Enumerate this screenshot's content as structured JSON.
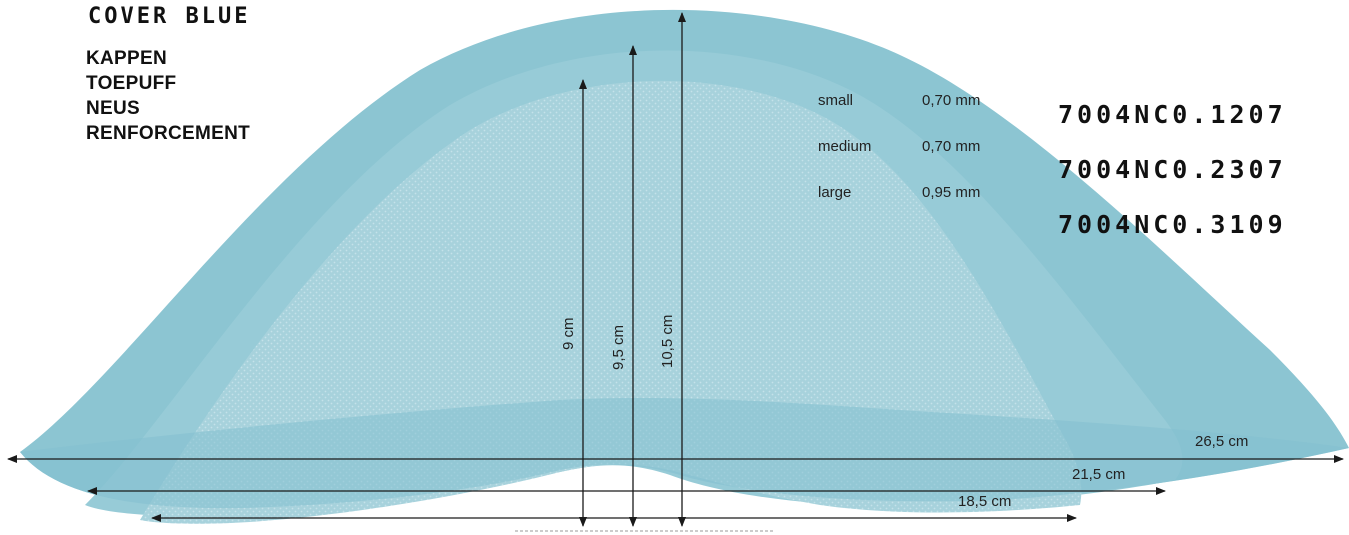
{
  "title": "COVER BLUE",
  "product_names": [
    "KAPPEN",
    "TOEPUFF",
    "NEUS",
    "RENFORCEMENT"
  ],
  "sizes": [
    {
      "label": "small",
      "thickness": "0,70 mm"
    },
    {
      "label": "medium",
      "thickness": "0,70 mm"
    },
    {
      "label": "large",
      "thickness": "0,95 mm"
    }
  ],
  "codes": [
    "7004NC0.1207",
    "7004NC0.2307",
    "7004NC0.3109"
  ],
  "dimensions": {
    "height_small": "9 cm",
    "height_medium": "9,5 cm",
    "height_large": "10,5 cm",
    "width_large": "26,5 cm",
    "width_medium": "21,5 cm",
    "width_small": "18,5 cm"
  },
  "colors": {
    "material_light": "#a9d4de",
    "material_mid": "#8fc6d4",
    "material_edge": "#7fbccb",
    "text": "#111111",
    "arrow": "#1a1a1a"
  }
}
